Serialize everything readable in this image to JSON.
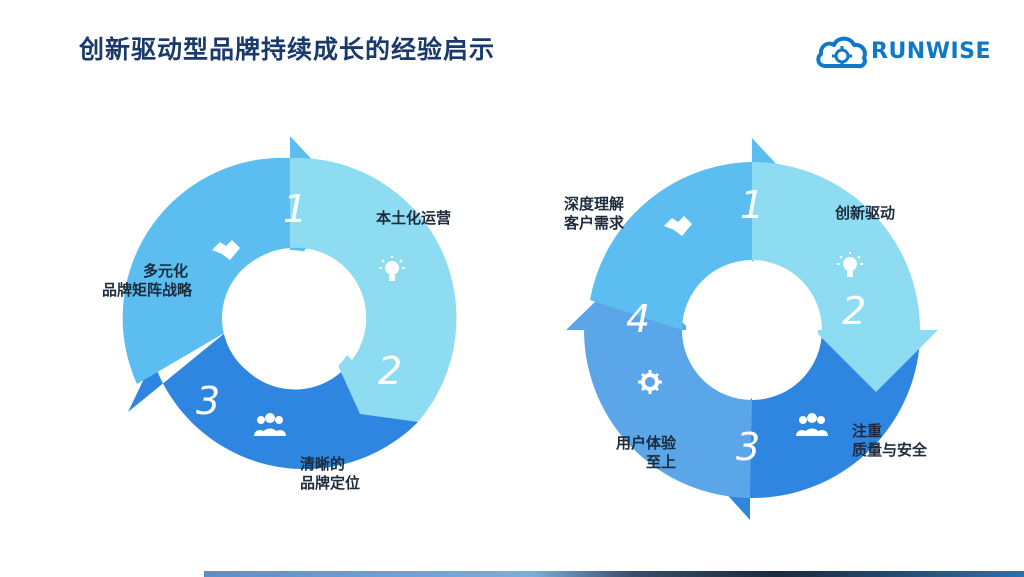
{
  "slide": {
    "title": "创新驱动型品牌持续成长的经验启示"
  },
  "logo": {
    "text": "RUNWISE",
    "icon": "cloud-gear-icon",
    "color": "#0f78c8"
  },
  "left_cycle": {
    "steps": [
      {
        "number": "1",
        "label": "本土化运营",
        "icon": "lightbulb-icon",
        "color": "#7ed3f0"
      },
      {
        "number": "2",
        "label": "清晰的品牌定位",
        "icon": "people-icon",
        "color": "#2e86e0"
      },
      {
        "number": "3",
        "label": "多元化品牌矩阵战略",
        "icon": "handshake-icon",
        "color": "#5bbdf0"
      }
    ],
    "labels": {
      "l1": "本土化运营",
      "l2a": "清晰的",
      "l2b": "品牌定位",
      "l3a": "多元化",
      "l3b": "品牌矩阵战略"
    }
  },
  "right_cycle": {
    "steps": [
      {
        "number": "1",
        "label": "创新驱动",
        "icon": "handshake-icon",
        "color": "#5bbdf0"
      },
      {
        "number": "2",
        "label": "注重质量与安全",
        "icon": "lightbulb-icon",
        "color": "#7ed3f0"
      },
      {
        "number": "3",
        "label": "用户体验至上",
        "icon": "people-icon",
        "color": "#2e86e0"
      },
      {
        "number": "4",
        "label": "深度理解客户需求",
        "icon": "gear-icon",
        "color": "#5aa6e8"
      }
    ],
    "labels": {
      "l1a": "深度理解",
      "l1b": "客户需求",
      "l2": "创新驱动",
      "l3a": "注重",
      "l3b": "质量与安全",
      "l4a": "用户体验",
      "l4b": "至上"
    }
  }
}
